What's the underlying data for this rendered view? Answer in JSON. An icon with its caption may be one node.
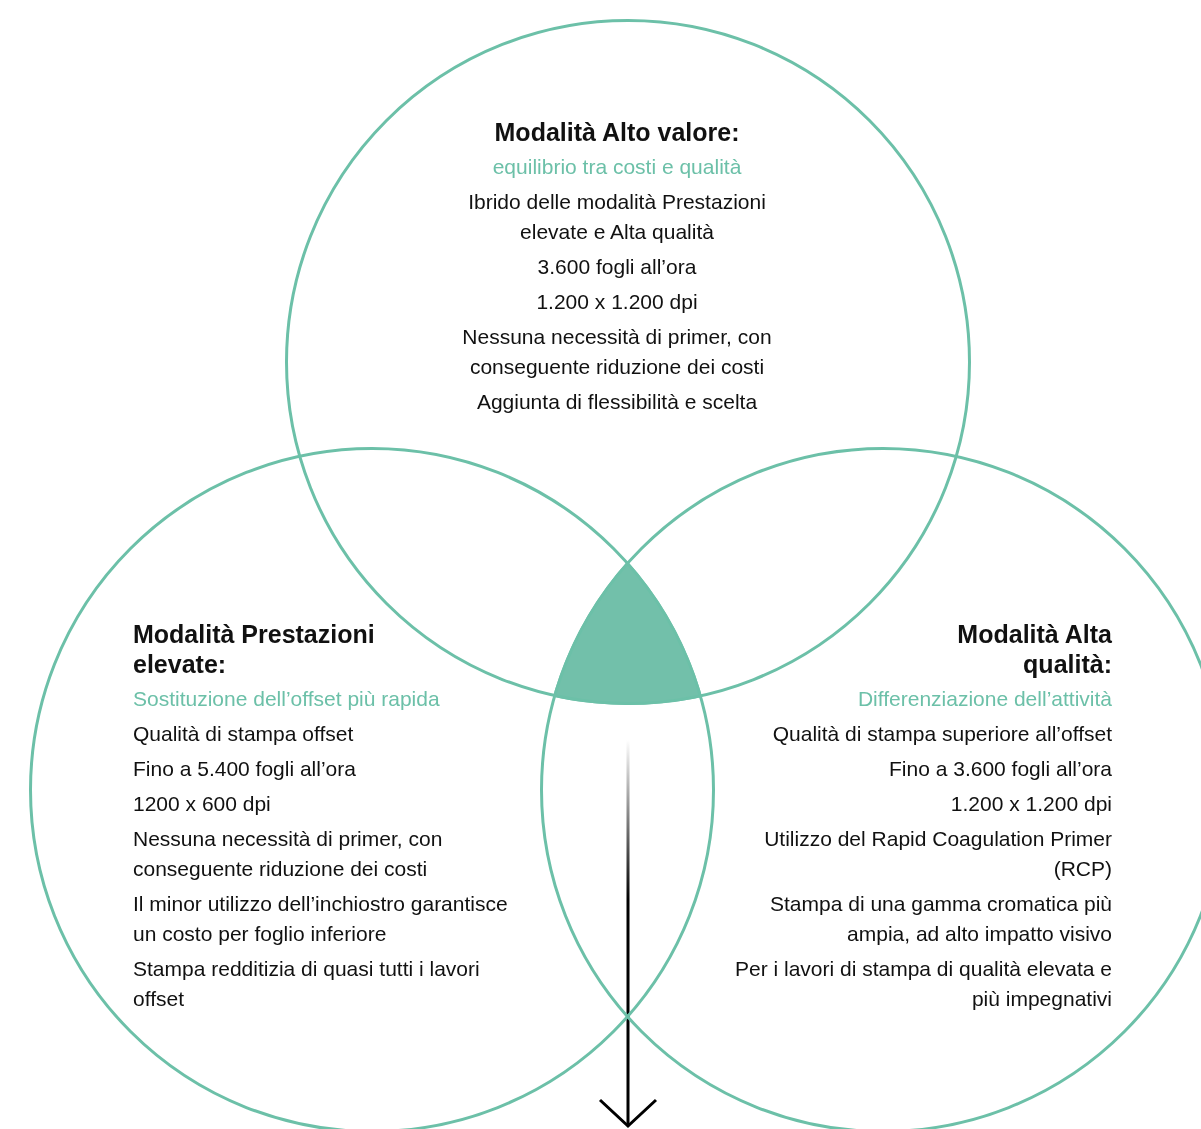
{
  "diagram": {
    "nodes": [
      {
        "text": [
          "Modalità Alto valore:",
          "equilibrio tra costi e qualità",
          "Ibrido delle modalità Prestazioni elevate e Alta qualità",
          "3.600 fogli all’ora",
          "1.200 x 1.200 dpi",
          "Nessuna necessità di primer, con conseguente riduzione dei costi",
          "Aggiunta di flessibilità e scelta"
        ]
      },
      {
        "text": [
          "Modalità Prestazioni elevate:",
          "Sostituzione dell’offset più rapida",
          "Qualità di stampa offset",
          "Fino a 5.400 fogli all’ora",
          "1200 x 600 dpi",
          "Nessuna necessità di primer, con conseguente riduzione dei costi",
          "Il minor utilizzo dell’inchiostro garantisce un costo per foglio inferiore",
          "Stampa redditizia di quasi tutti i lavori offset"
        ]
      },
      {
        "text": [
          "Modalità Alta qualità:",
          "Differenziazione dell’attività",
          "Qualità di stampa superiore all’offset",
          "Fino a 3.600 fogli all’ora",
          "1.200 x 1.200 dpi",
          "Utilizzo del Rapid Coagulation Primer (RCP)",
          "Stampa di una gamma cromatica più ampia, ad alto impatto visivo",
          "Per i lavori di stampa di qualità elevata e più impegnativi"
        ]
      },
      {
        "text": [],
        "shape": "triangle"
      }
    ]
  }
}
